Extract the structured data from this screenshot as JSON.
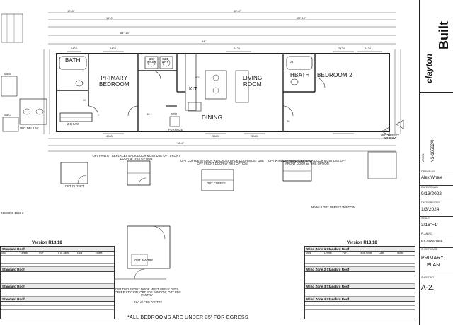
{
  "rooms": {
    "primary_bedroom": [
      "PRIMARY",
      "BEDROOM"
    ],
    "bath": "BATH",
    "opt_wash": [
      "OPT",
      "WASH"
    ],
    "opt_dry": [
      "OPT",
      "DRY"
    ],
    "kit": "KIT",
    "living_room": [
      "LIVING",
      "ROOM"
    ],
    "dining": "DINING",
    "hbath": "HBATH",
    "bedroom_2": "BEDROOM 2"
  },
  "plan_labels": {
    "furnace": "FURNACE",
    "wh": "W/H",
    "two_shlvs": "2 SHLVS",
    "opt_dbl_lav": "OPT DBL LAV",
    "opt_offset_window": [
      "OPT OFFSET",
      "WINDOW"
    ],
    "swa": "SW-A",
    "swb": "SW-B",
    "swc": "SW-C",
    "dims": [
      "10'-6\"",
      "16'-0\"",
      "64\"-15\"",
      "10'-6\"",
      "64\"",
      "22'-10\"",
      "18'-6\"",
      "2424",
      "2424",
      "2424",
      "2424",
      "2424",
      "3660",
      "3660",
      "4660",
      "30",
      "30",
      "24",
      "36",
      "60\""
    ]
  },
  "notes": {
    "pantry": "OPT PANTRY REPLACES BACK DOOR MUST USE OPT FRONT DOOR w/ THIS OPTION",
    "coffee": "OPT COFFEE STATION REPLACES BACK DOOR MUST USE OPT FRONT DOOR w/ THIS OPTION",
    "window": "OPT WINDOW REPLACES BACK DOOR MUST USE OPT FRONT DOOR w/ THIS OPTION",
    "opt_closet": "OPT CLOSET",
    "opt_coffee": "OPT COFFEE",
    "opt_pantry": "OPT PANTRY",
    "two_front_door": "OPT TWO FRONT DOOR MUST USE w/ OPTS COFFEE STATION, OPT BDS WINDOW, OPT BDS PANTRY",
    "na_fds": "N/A w/ FDS PANTRY",
    "model_offset": "Model # OPT OFFSET WINDOW",
    "egress": "*ALL BEDROOMS ARE UNDER 35' FOR EGRESS"
  },
  "tables": {
    "left": {
      "id": "NS-S006-1656-2",
      "version": "Version R13.18",
      "sections": [
        "Standard Roof",
        "Standard Roof",
        "Standard Roof",
        "Standard Roof"
      ],
      "col_heads": [
        "Stud",
        "Length",
        "PLF",
        "# of Joints",
        "Lags",
        "Notes"
      ]
    },
    "right": {
      "version": "Version R13.18",
      "sections": [
        "Wind Zone 1 Standard Roof",
        "Wind Zone 2 Standard Roof",
        "Wind Zone 3 Standard Roof",
        "Wind Zone 4 Standard Roof"
      ],
      "col_heads": [
        "Stud",
        "Length",
        "PLF",
        "# of Joints",
        "Lags",
        "Notes"
      ]
    }
  },
  "title_block": {
    "brand": [
      "clayton",
      "Built"
    ],
    "model_label": "MODEL",
    "model": "NS-16562AH",
    "drawn_by_label": "DRAWN BY",
    "drawn_by": "Alex Whale",
    "date_drawn_label": "DATE DRAWN",
    "date_drawn": "9/13/2022",
    "date_printed_label": "DATE PRINTED",
    "date_printed": "1/3/2024",
    "scale_label": "SCALE",
    "scale": "3/16\"=1'",
    "plan_no_label": "PLAN NO.",
    "plan_no": "NS-S006-1656",
    "sheet_name_label": "SHEET NAME",
    "sheet_name": [
      "PRIMARY",
      "PLAN"
    ],
    "sheet_no_label": "SHEET NO.",
    "sheet_no": "A-2."
  }
}
